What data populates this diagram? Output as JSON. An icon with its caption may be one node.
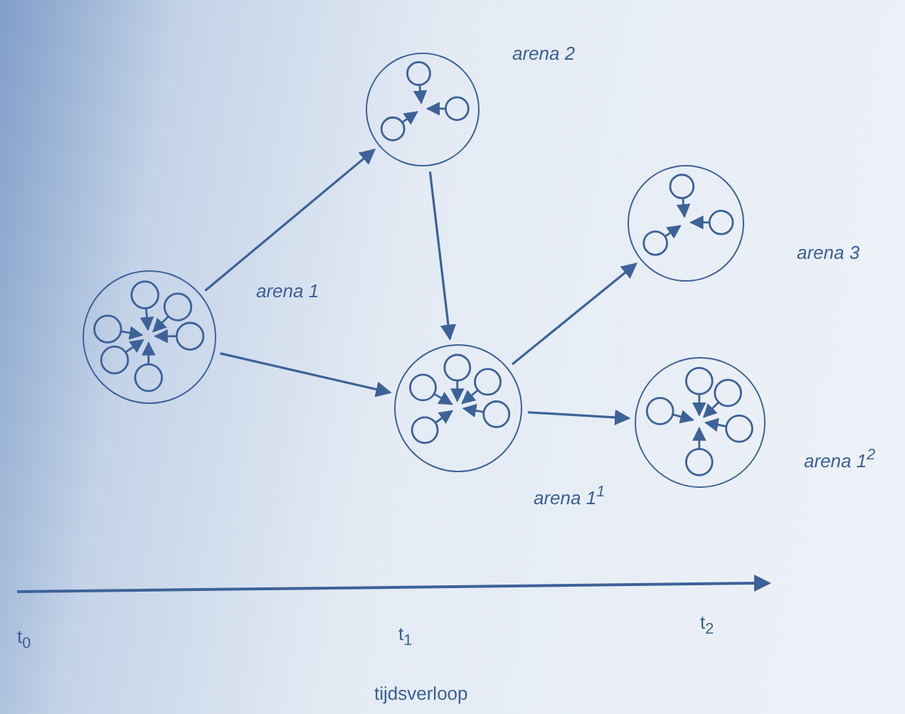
{
  "diagram": {
    "nodes": [
      {
        "text": [],
        "shape": "circle",
        "beside": [
          "arena 1"
        ]
      },
      {
        "text": [],
        "shape": "circle",
        "beside": [
          "arena 2"
        ]
      },
      {
        "text": [],
        "shape": "circle",
        "beside": [
          "arena 3"
        ]
      },
      {
        "text": [],
        "shape": "circle",
        "beside": [
          "arena 1$^{1}$"
        ]
      },
      {
        "text": [],
        "shape": "circle",
        "beside": [
          "arena 1$^{2}$"
        ]
      }
    ],
    "edges": [
      {
        "from": 0,
        "to": 1,
        "arrow": "to"
      },
      {
        "from": 0,
        "to": 3,
        "arrow": "to"
      },
      {
        "from": 1,
        "to": 3,
        "arrow": "to"
      },
      {
        "from": 3,
        "to": 2,
        "arrow": "to"
      },
      {
        "from": 3,
        "to": 4,
        "arrow": "to"
      }
    ],
    "labels": [
      "t$_{0}$",
      "t$_{1}$",
      "t$_{2}$",
      "tijdsverloop"
    ]
  }
}
